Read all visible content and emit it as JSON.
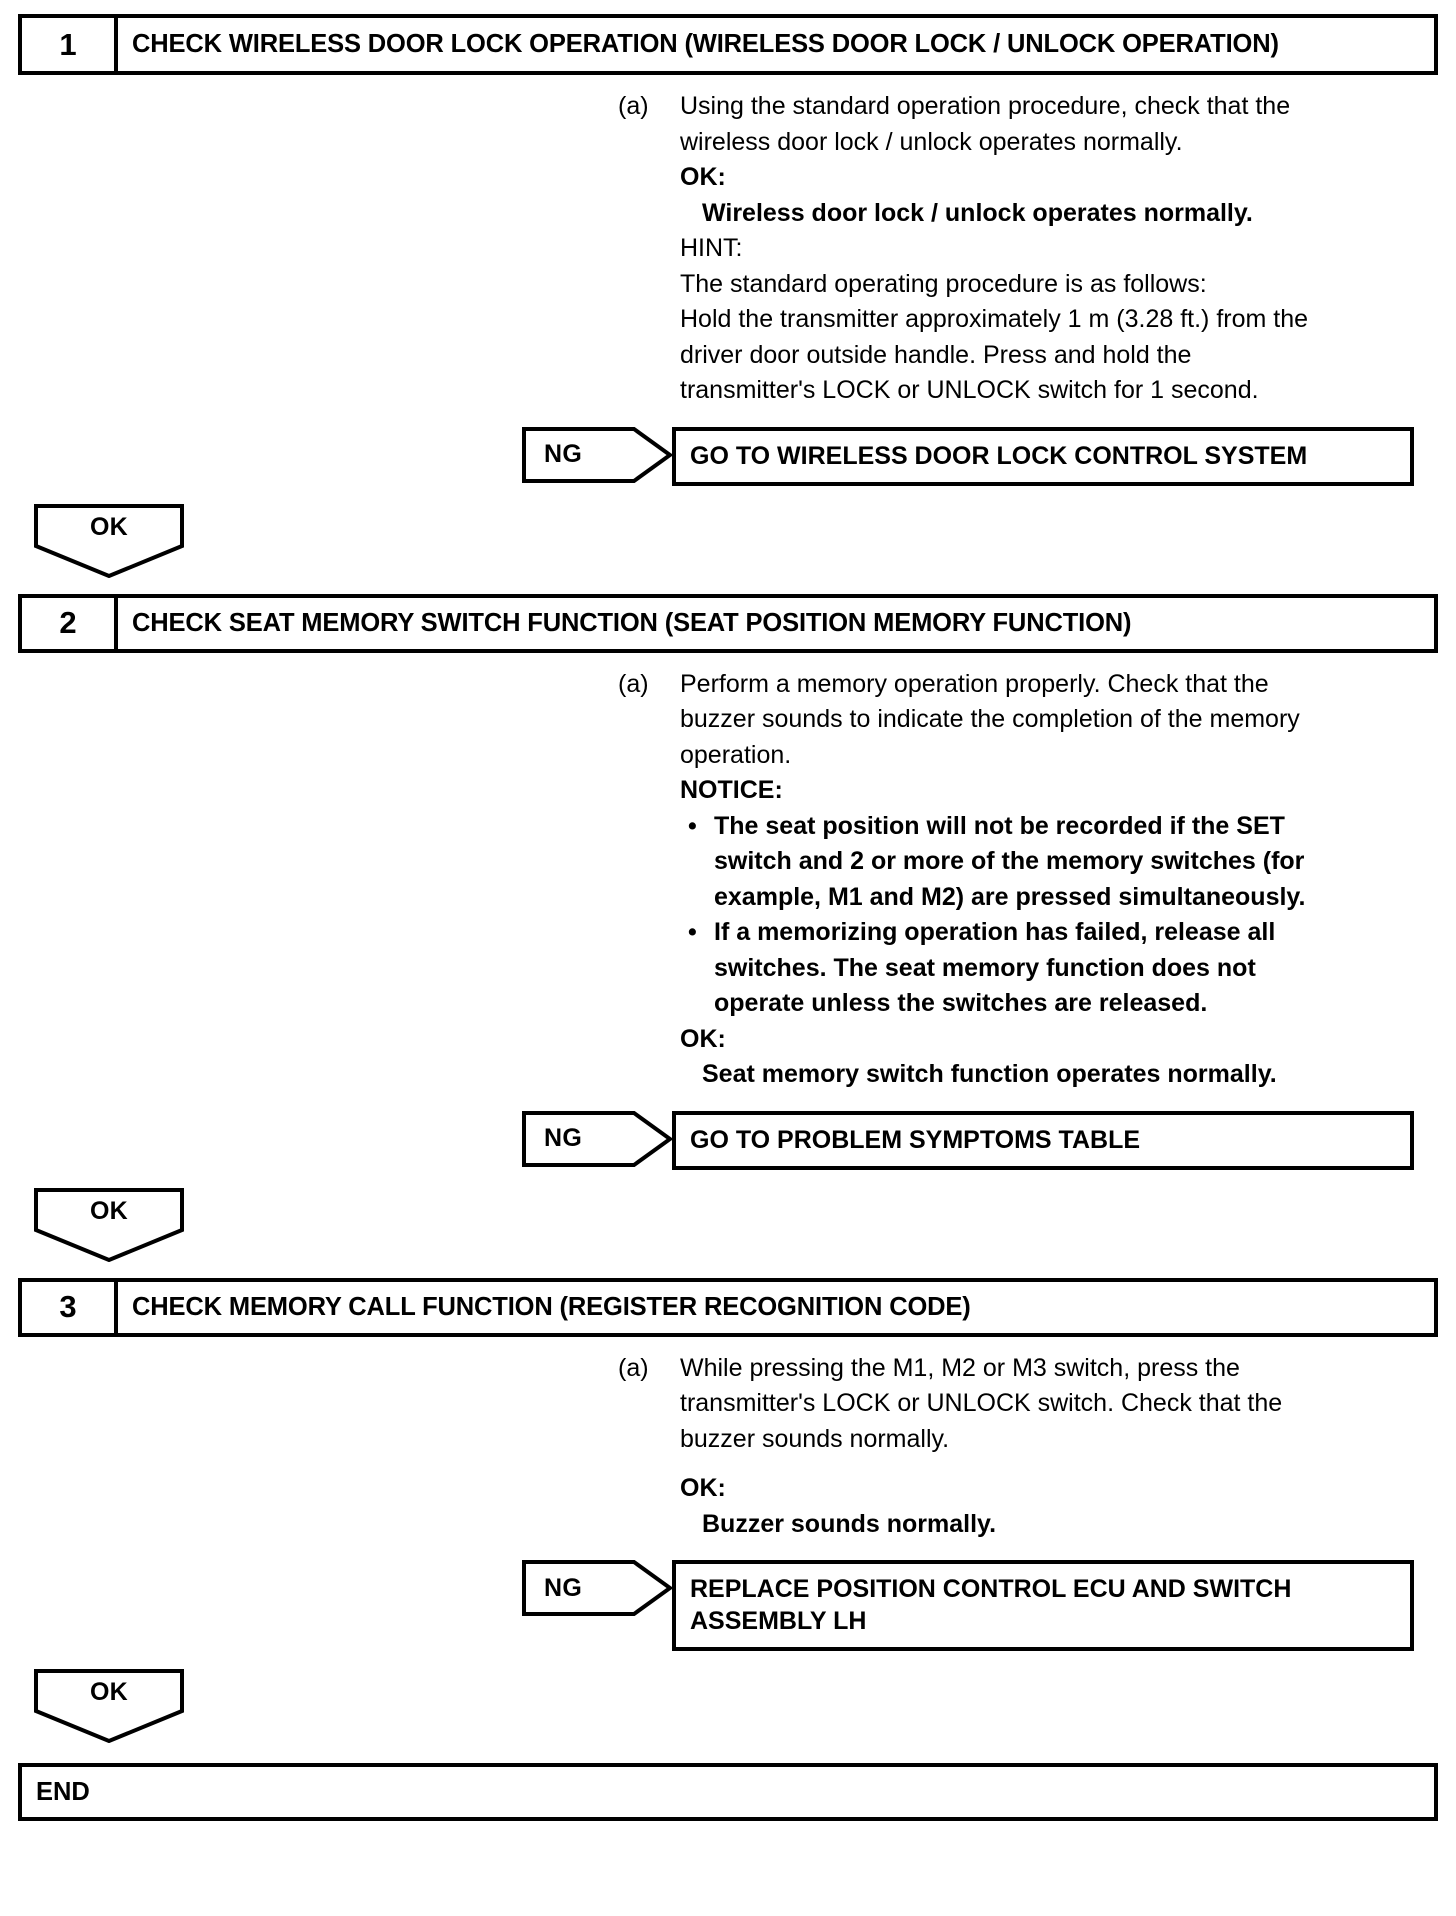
{
  "document": {
    "type": "diagnostic-flowchart",
    "end_label": "END"
  },
  "connectors": {
    "ok_label": "OK",
    "ng_label": "NG"
  },
  "steps": [
    {
      "number": "1",
      "title": "CHECK WIRELESS DOOR LOCK OPERATION (WIRELESS DOOR LOCK / UNLOCK OPERATION)",
      "procedure_marker": "(a)",
      "lines": [
        {
          "text": "Using the standard operation procedure, check that the",
          "bold": false,
          "indent": 0
        },
        {
          "text": "wireless door lock / unlock operates normally.",
          "bold": false,
          "indent": 0
        },
        {
          "text": "OK:",
          "bold": true,
          "indent": 0
        },
        {
          "text": "Wireless door lock / unlock operates normally.",
          "bold": true,
          "indent": 1
        },
        {
          "text": "HINT:",
          "bold": false,
          "indent": 0
        },
        {
          "text": "The standard operating procedure is as follows:",
          "bold": false,
          "indent": 0
        },
        {
          "text": "Hold the transmitter approximately 1 m (3.28 ft.) from the",
          "bold": false,
          "indent": 0
        },
        {
          "text": "driver door outside handle. Press and hold the",
          "bold": false,
          "indent": 0
        },
        {
          "text": "transmitter's LOCK or UNLOCK switch for 1 second.",
          "bold": false,
          "indent": 0
        }
      ],
      "ng_result": "GO TO WIRELESS DOOR LOCK CONTROL SYSTEM"
    },
    {
      "number": "2",
      "title": "CHECK SEAT MEMORY SWITCH FUNCTION (SEAT POSITION MEMORY FUNCTION)",
      "procedure_marker": "(a)",
      "lines": [
        {
          "text": "Perform a memory operation properly. Check that the",
          "bold": false,
          "indent": 0
        },
        {
          "text": "buzzer sounds to indicate the completion of the memory",
          "bold": false,
          "indent": 0
        },
        {
          "text": "operation.",
          "bold": false,
          "indent": 0
        },
        {
          "text": "NOTICE:",
          "bold": true,
          "indent": 0
        }
      ],
      "notice_bullets": [
        [
          "The seat position will not be recorded if the SET",
          "switch and 2 or more of the memory switches (for",
          "example, M1 and M2) are pressed simultaneously."
        ],
        [
          "If a memorizing operation has failed, release all",
          "switches. The seat memory function does not",
          "operate unless the switches are released."
        ]
      ],
      "lines_after": [
        {
          "text": "OK:",
          "bold": true,
          "indent": 0
        },
        {
          "text": "Seat memory switch function operates normally.",
          "bold": true,
          "indent": 1
        }
      ],
      "ng_result": "GO TO PROBLEM SYMPTOMS TABLE"
    },
    {
      "number": "3",
      "title": "CHECK MEMORY CALL FUNCTION (REGISTER RECOGNITION CODE)",
      "procedure_marker": "(a)",
      "lines": [
        {
          "text": "While pressing the M1, M2 or M3 switch, press the",
          "bold": false,
          "indent": 0
        },
        {
          "text": "transmitter's LOCK or UNLOCK switch. Check that the",
          "bold": false,
          "indent": 0
        },
        {
          "text": "buzzer sounds normally.",
          "bold": false,
          "indent": 0
        },
        {
          "text": "",
          "bold": false,
          "indent": 0
        },
        {
          "text": "OK:",
          "bold": true,
          "indent": 0
        },
        {
          "text": "Buzzer sounds normally.",
          "bold": true,
          "indent": 1
        }
      ],
      "ng_result": "REPLACE POSITION CONTROL ECU AND SWITCH ASSEMBLY LH"
    }
  ]
}
